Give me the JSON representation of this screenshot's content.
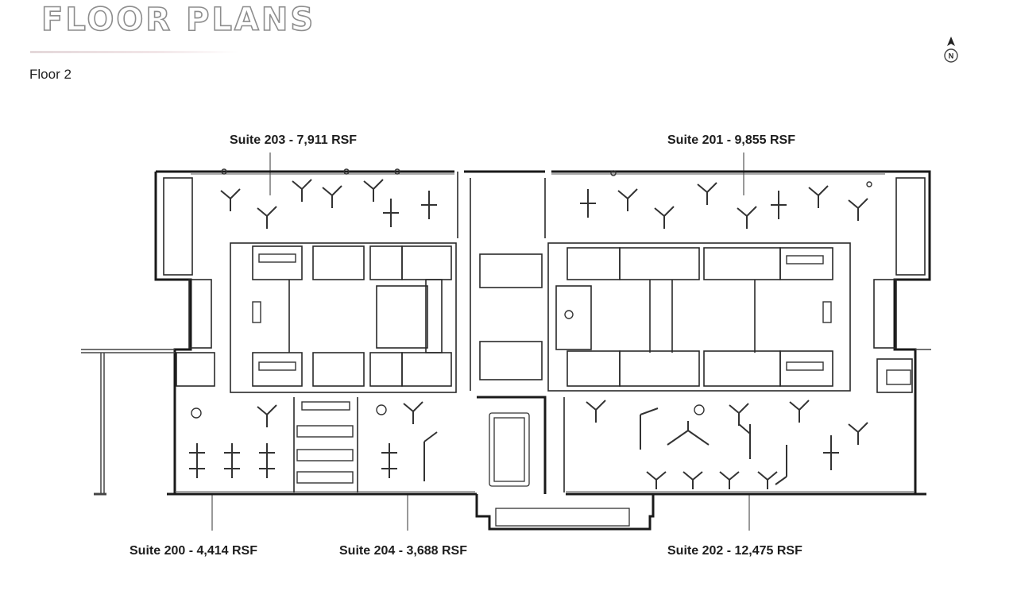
{
  "header": {
    "title": "FLOOR PLANS",
    "floor": "Floor 2"
  },
  "compass": {
    "label": "N",
    "icon": "north-arrow-icon"
  },
  "suites": [
    {
      "id": "203",
      "label": "Suite  203 - 7,911 RSF"
    },
    {
      "id": "201",
      "label": "Suite  201 - 9,855 RSF"
    },
    {
      "id": "200",
      "label": "Suite  200 - 4,414 RSF"
    },
    {
      "id": "204",
      "label": "Suite  204 - 3,688 RSF"
    },
    {
      "id": "202",
      "label": "Suite  202 - 12,475 RSF"
    }
  ],
  "colors": {
    "wall": "#1a1a1a",
    "furniture": "#333333",
    "title_outline": "#8d8d8d",
    "accent_rule": "#e4d8da"
  }
}
